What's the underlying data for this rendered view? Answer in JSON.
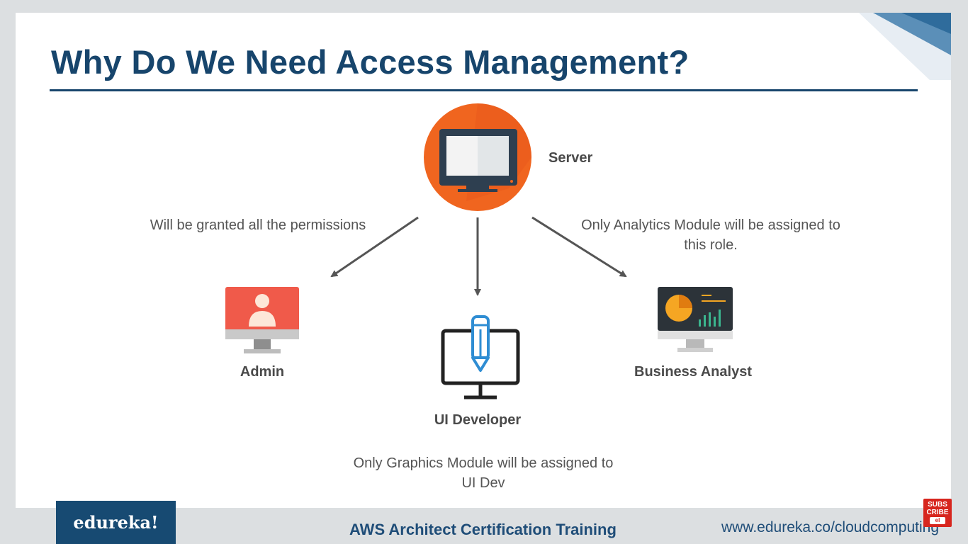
{
  "slide": {
    "title": "Why Do We Need Access Management?"
  },
  "diagram": {
    "server": {
      "label": "Server",
      "icon": "server-monitor-icon"
    },
    "admin": {
      "label": "Admin",
      "icon": "admin-user-monitor-icon",
      "edge_label": "Will be granted all the permissions"
    },
    "ui_developer": {
      "label": "UI Developer",
      "icon": "pencil-monitor-icon",
      "edge_label": "Only Graphics Module will be assigned to UI Dev"
    },
    "business_analyst": {
      "label": "Business Analyst",
      "icon": "analytics-dashboard-monitor-icon",
      "edge_label": "Only Analytics Module will be assigned to this role."
    }
  },
  "footer": {
    "brand": "edureka!",
    "course": "AWS Architect Certification Training",
    "url": "www.edureka.co/cloudcomputing",
    "subscribe": {
      "line1": "SUBS",
      "line2": "CRIBE",
      "line3": "el"
    }
  },
  "colors": {
    "title": "#17456c",
    "server_circle": "#f0651f",
    "admin_monitor": "#f05a4a",
    "ui_dev_pencil": "#2f8dd3",
    "analytics_orange": "#f5a623",
    "analytics_green": "#3bb58e"
  }
}
